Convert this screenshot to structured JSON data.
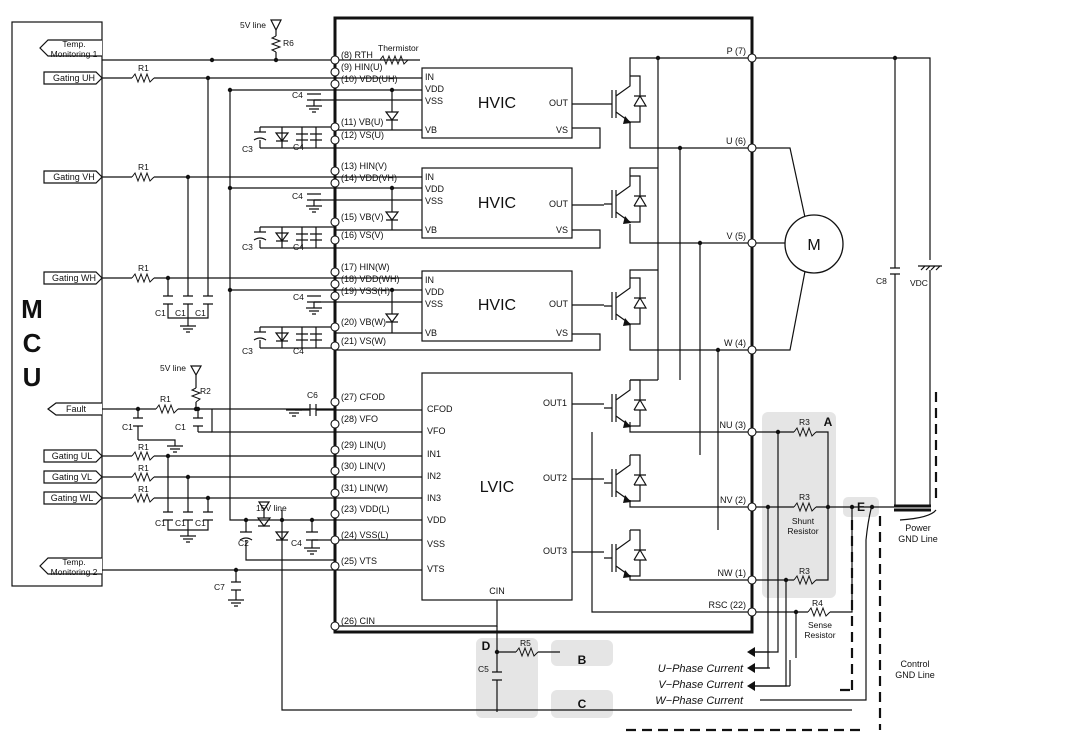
{
  "mcu": {
    "letters": [
      "M",
      "C",
      "U"
    ],
    "tags": {
      "temp1_a": "Temp.",
      "temp1_b": "Monitoring 1",
      "gating_uh": "Gating UH",
      "gating_vh": "Gating VH",
      "gating_wh": "Gating WH",
      "fault": "Fault",
      "gating_ul": "Gating UL",
      "gating_vl": "Gating VL",
      "gating_wl": "Gating WL",
      "temp2_a": "Temp.",
      "temp2_b": "Monitoring 2"
    }
  },
  "ics": {
    "hvic_name": "HVIC",
    "lvic_name": "LVIC",
    "pins": {
      "in": "IN",
      "vdd": "VDD",
      "vss": "VSS",
      "vb": "VB",
      "out": "OUT",
      "vs": "VS"
    },
    "lvic_pins": [
      "CFOD",
      "VFO",
      "IN1",
      "IN2",
      "IN3",
      "VDD",
      "VSS",
      "VTS",
      "OUT1",
      "OUT2",
      "OUT3",
      "CIN"
    ]
  },
  "left_pins": [
    {
      "label": "(8) RTH"
    },
    {
      "label": "(9) HIN(U)"
    },
    {
      "label": "(10) VDD(UH)"
    },
    {
      "label": "(11) VB(U)"
    },
    {
      "label": "(12) VS(U)"
    },
    {
      "label": "(13) HIN(V)"
    },
    {
      "label": "(14) VDD(VH)"
    },
    {
      "label": "(15) VB(V)"
    },
    {
      "label": "(16) VS(V)"
    },
    {
      "label": "(17) HIN(W)"
    },
    {
      "label": "(18) VDD(WH)"
    },
    {
      "label": "(19) VSS(H)"
    },
    {
      "label": "(20) VB(W)"
    },
    {
      "label": "(21) VS(W)"
    },
    {
      "label": "(27) CFOD"
    },
    {
      "label": "(28) VFO"
    },
    {
      "label": "(29) LIN(U)"
    },
    {
      "label": "(30) LIN(V)"
    },
    {
      "label": "(31) LIN(W)"
    },
    {
      "label": "(23) VDD(L)"
    },
    {
      "label": "(24) VSS(L)"
    },
    {
      "label": "(25) VTS"
    },
    {
      "label": "(26) CIN"
    }
  ],
  "right_pins": [
    {
      "label": "P (7)"
    },
    {
      "label": "U (6)"
    },
    {
      "label": "V (5)"
    },
    {
      "label": "W (4)"
    },
    {
      "label": "NU (3)"
    },
    {
      "label": "NV (2)"
    },
    {
      "label": "NW (1)"
    },
    {
      "label": "RSC (22)"
    }
  ],
  "labels": {
    "v5_line": "5V line",
    "v15_line": "15V line",
    "r1": "R1",
    "r2": "R2",
    "r3": "R3",
    "r4": "R4",
    "r5": "R5",
    "r6": "R6",
    "thermistor": "Thermistor",
    "c1": "C1",
    "c2": "C2",
    "c3": "C3",
    "c4": "C4",
    "c5": "C5",
    "c6": "C6",
    "c7": "C7",
    "c8": "C8",
    "vdc": "VDC",
    "motor": "M",
    "shunt_a": "Shunt",
    "shunt_b": "Resistor",
    "sense_a": "Sense",
    "sense_b": "Resistor",
    "power_gnd_a": "Power",
    "power_gnd_b": "GND Line",
    "control_gnd_a": "Control",
    "control_gnd_b": "GND Line",
    "zone_a": "A",
    "zone_b": "B",
    "zone_c": "C",
    "zone_d": "D",
    "zone_e": "E",
    "u_current": "U−Phase Current",
    "v_current": "V−Phase Current",
    "w_current": "W−Phase Current"
  }
}
